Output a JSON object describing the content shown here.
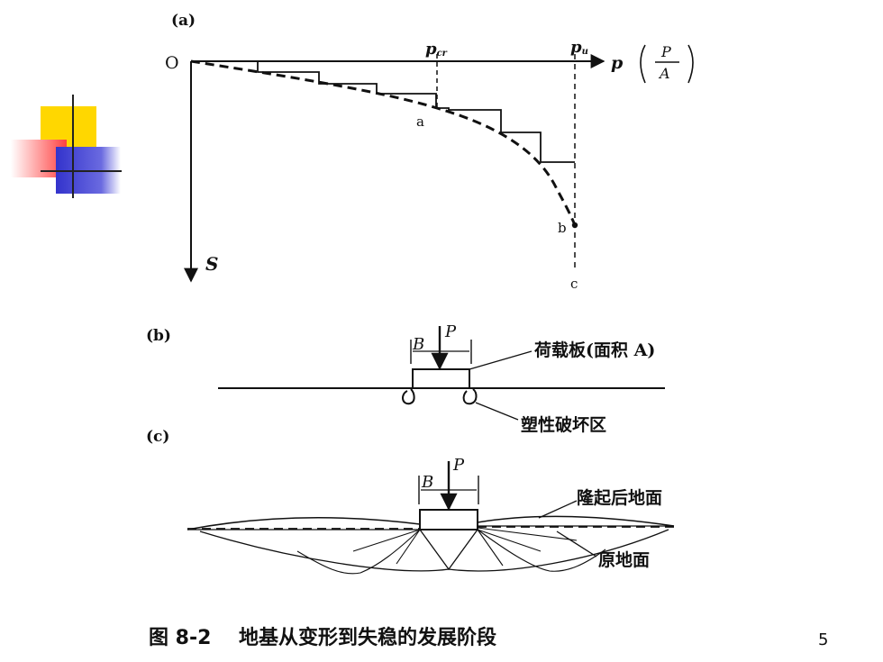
{
  "panel_a": {
    "label": "(a)",
    "origin": "O",
    "p_cr": "p",
    "p_cr_sub": "cr",
    "p_u": "p",
    "p_u_sub": "u",
    "p_axis": "p",
    "frac_num": "P",
    "frac_den": "A",
    "s_axis": "S",
    "point_a": "a",
    "point_b": "b",
    "point_c": "c"
  },
  "panel_b": {
    "label": "(b)",
    "B": "B",
    "P": "P",
    "plate_label": "荷载板(面积 A)",
    "plastic_zone": "塑性破坏区"
  },
  "panel_c": {
    "label": "(c)",
    "B": "B",
    "P": "P",
    "heaved_ground": "隆起后地面",
    "original_ground": "原地面"
  },
  "caption": "图 8-2    地基从变形到失稳的发展阶段",
  "page_number": "5",
  "colors": {
    "deco_yellow": "#FFD700",
    "deco_red": "#FF4040",
    "deco_blue": "#3333CC"
  }
}
